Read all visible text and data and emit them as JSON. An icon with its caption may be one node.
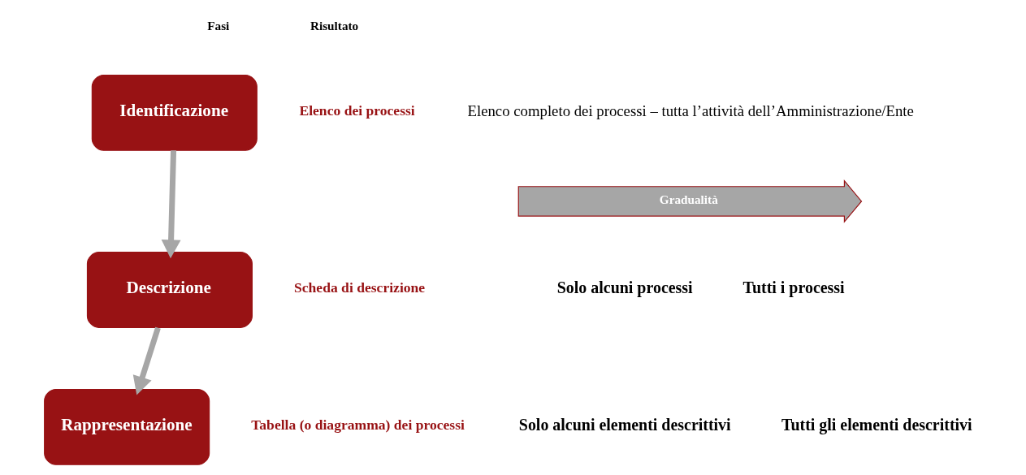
{
  "diagram": {
    "nodes": [
      {
        "text": [
          "Identificazione"
        ]
      },
      {
        "text": [
          "Descrizione"
        ]
      },
      {
        "text": [
          "Rappresentazione"
        ]
      },
      {
        "text": [
          "Gradualità"
        ]
      }
    ],
    "edges": [
      {
        "from": 0,
        "to": 1,
        "arrow": "to"
      },
      {
        "from": 1,
        "to": 2,
        "arrow": "to"
      }
    ],
    "labels": [
      "Fasi",
      "Risultato",
      "Elenco dei processi",
      "Scheda di descrizione",
      "Tabella (o diagramma) dei processi",
      "Elenco completo dei processi – tutta l’attività dell’Amministrazione/Ente",
      "Solo alcuni processi",
      "Tutti i processi",
      "Solo alcuni elementi descrittivi",
      "Tutti gli elementi descrittivi"
    ]
  }
}
